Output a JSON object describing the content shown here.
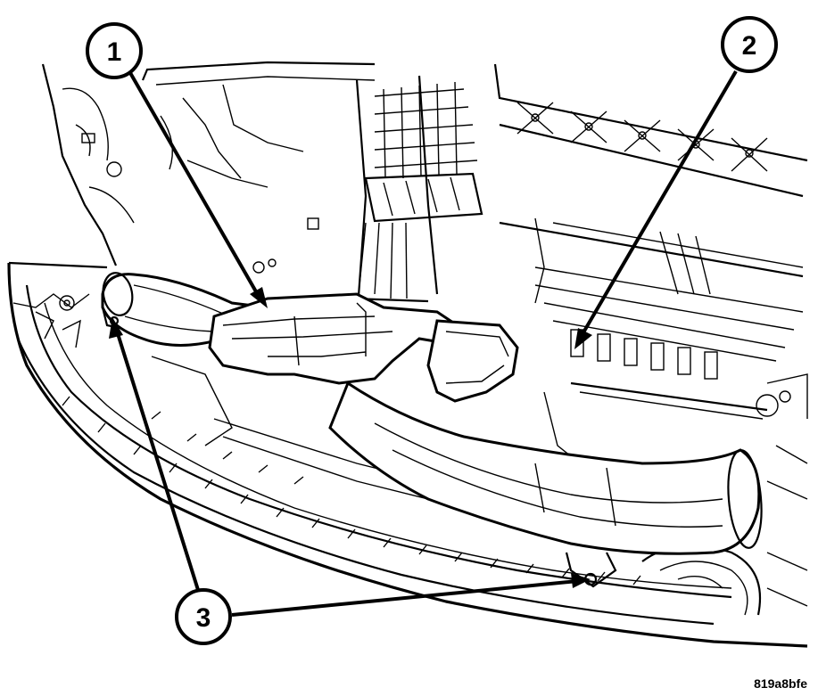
{
  "callouts": [
    {
      "label": "1"
    },
    {
      "label": "2"
    },
    {
      "label": "3"
    }
  ],
  "figure_id": "819a8bfe",
  "colors": {
    "line": "#000000",
    "background": "#ffffff"
  }
}
